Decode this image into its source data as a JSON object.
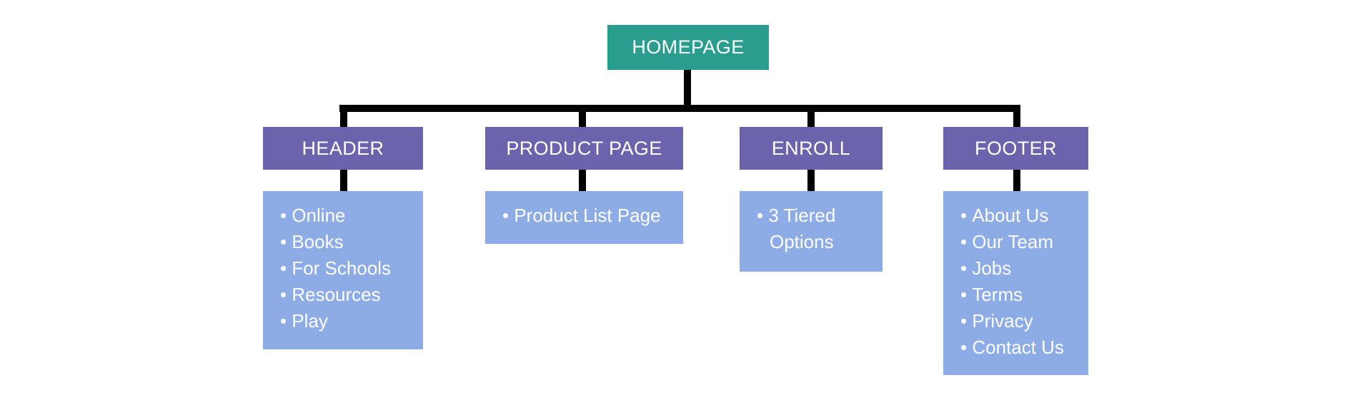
{
  "diagram": {
    "type": "sitemap-tree",
    "title_node": {
      "label": "HOMEPAGE",
      "color": "#2a9d8f"
    },
    "colors": {
      "root_fill": "#2a9d8f",
      "section_fill": "#6c63ad",
      "list_fill": "#8dace6",
      "connector": "#000000",
      "text": "#ffffff",
      "background": "#ffffff"
    },
    "sections": [
      {
        "label": "HEADER",
        "items": [
          "Online",
          "Books",
          "For Schools",
          "Resources",
          "Play"
        ]
      },
      {
        "label": "PRODUCT PAGE",
        "items": [
          "Product List Page"
        ]
      },
      {
        "label": "ENROLL",
        "items": [
          "3 Tiered Options"
        ]
      },
      {
        "label": "FOOTER",
        "items": [
          "About Us",
          "Our Team",
          "Jobs",
          "Terms",
          "Privacy",
          "Contact Us"
        ]
      }
    ]
  }
}
